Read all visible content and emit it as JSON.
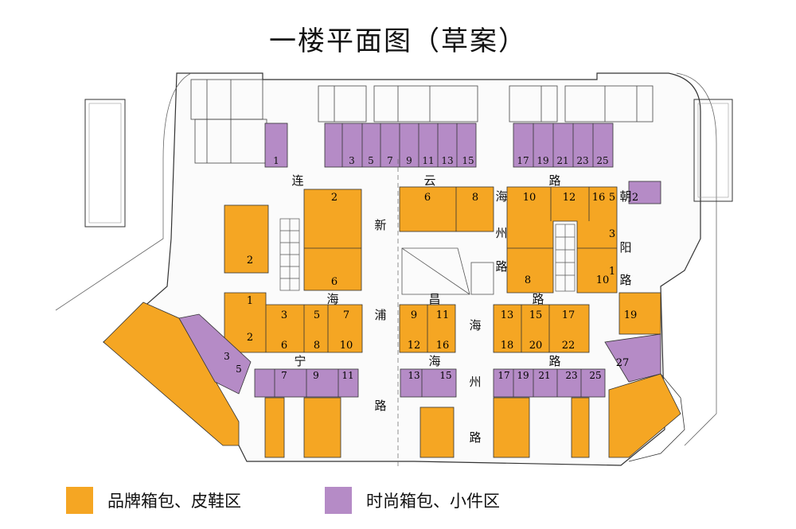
{
  "title": "一楼平面图（草案）",
  "colors": {
    "orange": "#F5A623",
    "purple": "#B58BC6",
    "line": "#333333",
    "walk": "#ffffff"
  },
  "legend": [
    {
      "label": "品牌箱包、皮鞋区",
      "color": "#F5A623"
    },
    {
      "label": "时尚箱包、小件区",
      "color": "#B58BC6"
    }
  ],
  "streets": {
    "lianyun": [
      "连",
      "云",
      "路"
    ],
    "xinpu": [
      "新",
      "浦"
    ],
    "haining": [
      "海",
      "宁",
      "路"
    ],
    "haizhou_mid": [
      "海",
      "州",
      "路"
    ],
    "haizhou_low": [
      "海",
      "州",
      "路"
    ],
    "changhai": [
      "昌",
      "海",
      "路"
    ],
    "chaoyang": [
      "朝",
      "阳",
      "路"
    ],
    "haizhou_low2": [
      "路"
    ]
  },
  "units": {
    "top_row": [
      "1",
      "3",
      "5",
      "7",
      "9",
      "11",
      "13",
      "15",
      "17",
      "19",
      "21",
      "23",
      "25"
    ],
    "block_a": [
      "2",
      "6"
    ],
    "block_b": [
      "6",
      "8"
    ],
    "block_c": [
      "10",
      "12",
      "16",
      "5",
      "3",
      "1",
      "8",
      "10"
    ],
    "block_d": [
      "1",
      "2",
      "3",
      "5",
      "7",
      "6",
      "8",
      "10"
    ],
    "block_e": [
      "9",
      "11",
      "12",
      "16"
    ],
    "block_f": [
      "13",
      "15",
      "17",
      "18",
      "20",
      "22"
    ],
    "left_small": [
      "2"
    ],
    "east_small": [
      "2"
    ],
    "mid_row_left": [
      "7",
      "9",
      "11"
    ],
    "mid_row_center": [
      "13",
      "15"
    ],
    "mid_row_right": [
      "17",
      "19",
      "21",
      "23",
      "25"
    ],
    "left_wing": [
      "3",
      "5"
    ],
    "right_wing": [
      "19",
      "27"
    ]
  }
}
